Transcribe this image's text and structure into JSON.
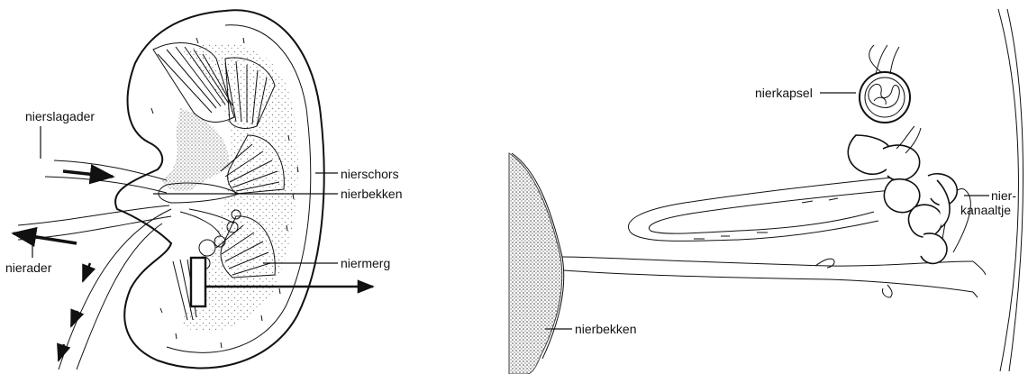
{
  "labels": {
    "nierslagader": "nierslagader",
    "nierschors": "nierschors",
    "nierbekken_left": "nierbekken",
    "nierader": "nierader",
    "niermerg": "niermerg",
    "nierkapsel": "nierkapsel",
    "nierkanaaltje_line1": "nier-",
    "nierkanaaltje_line2": "kanaaltje",
    "nierbekken_right": "nierbekken"
  },
  "colors": {
    "ink": "#111111",
    "background": "#ffffff"
  }
}
